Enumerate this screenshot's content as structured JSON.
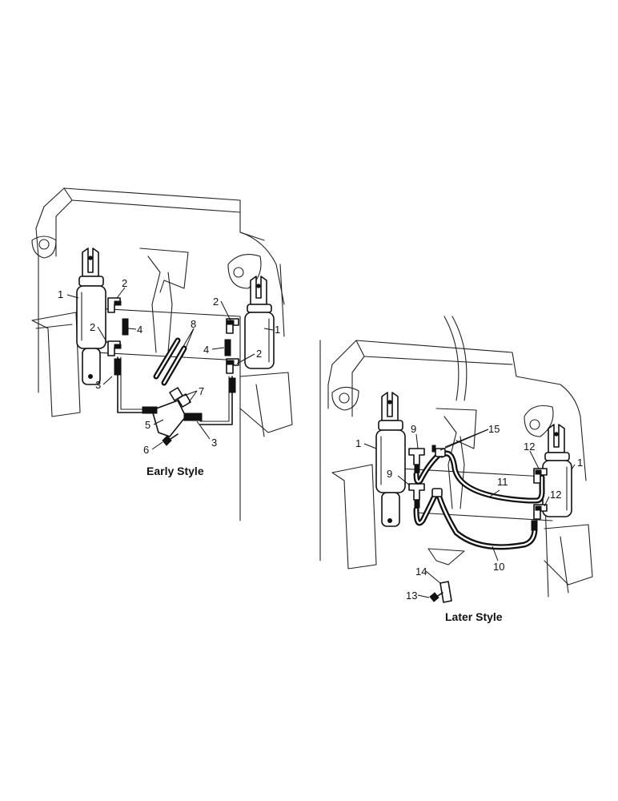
{
  "captions": {
    "early": "Early Style",
    "later": "Later Style"
  },
  "callouts": {
    "early": [
      "1",
      "2",
      "2",
      "4",
      "8",
      "2",
      "1",
      "4",
      "2",
      "3",
      "7",
      "5",
      "3",
      "6"
    ],
    "later": [
      "9",
      "15",
      "1",
      "12",
      "1",
      "9",
      "11",
      "12",
      "10",
      "14",
      "13"
    ]
  }
}
